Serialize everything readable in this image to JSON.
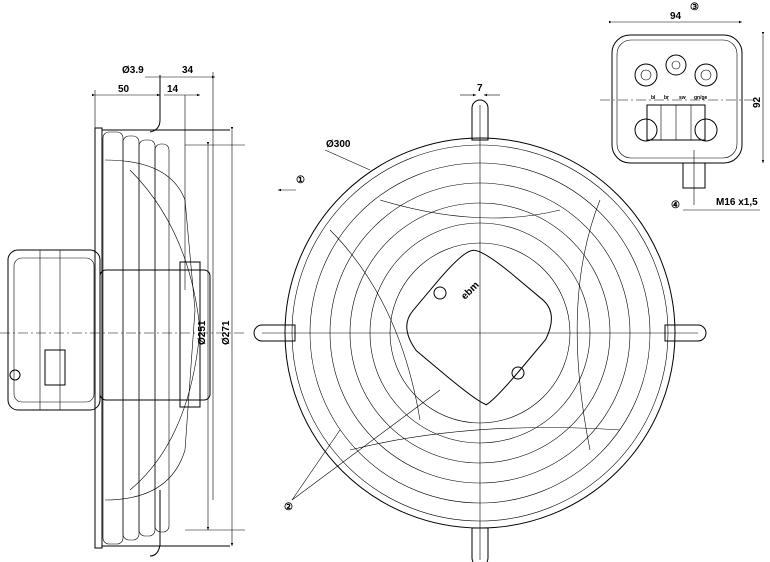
{
  "side_view": {
    "dim_wire": "Ø3.9",
    "dim_34": "34",
    "dim_50": "50",
    "dim_14": "14",
    "dim_251": "Ø251",
    "dim_271": "Ø271"
  },
  "front_view": {
    "dim_300": "Ø300",
    "dim_7": "7",
    "callout_1": "①",
    "callout_2": "②",
    "logo": "ebm"
  },
  "terminal_box": {
    "dim_94": "94",
    "dim_92": "92",
    "callout_3": "③",
    "callout_4": "④",
    "thread": "M16 x1,5",
    "terminals": [
      "bl",
      "br",
      "sw",
      "gn/ge"
    ]
  }
}
